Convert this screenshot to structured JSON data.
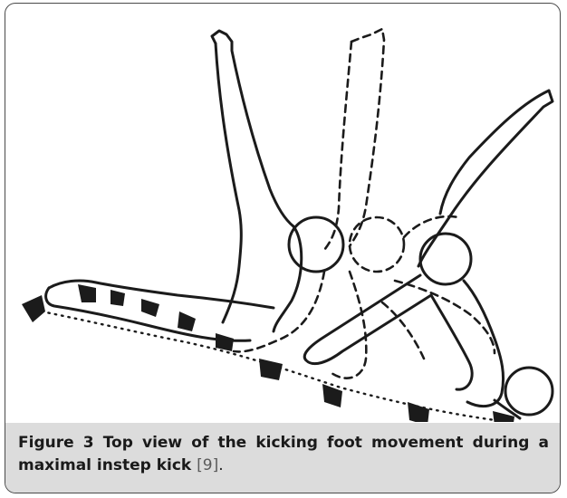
{
  "figure": {
    "caption_label": "Figure 3",
    "caption_text": " Top view of the kicking foot movement during a maximal instep kick ",
    "caption_ref": "[9]",
    "caption_end": "."
  }
}
